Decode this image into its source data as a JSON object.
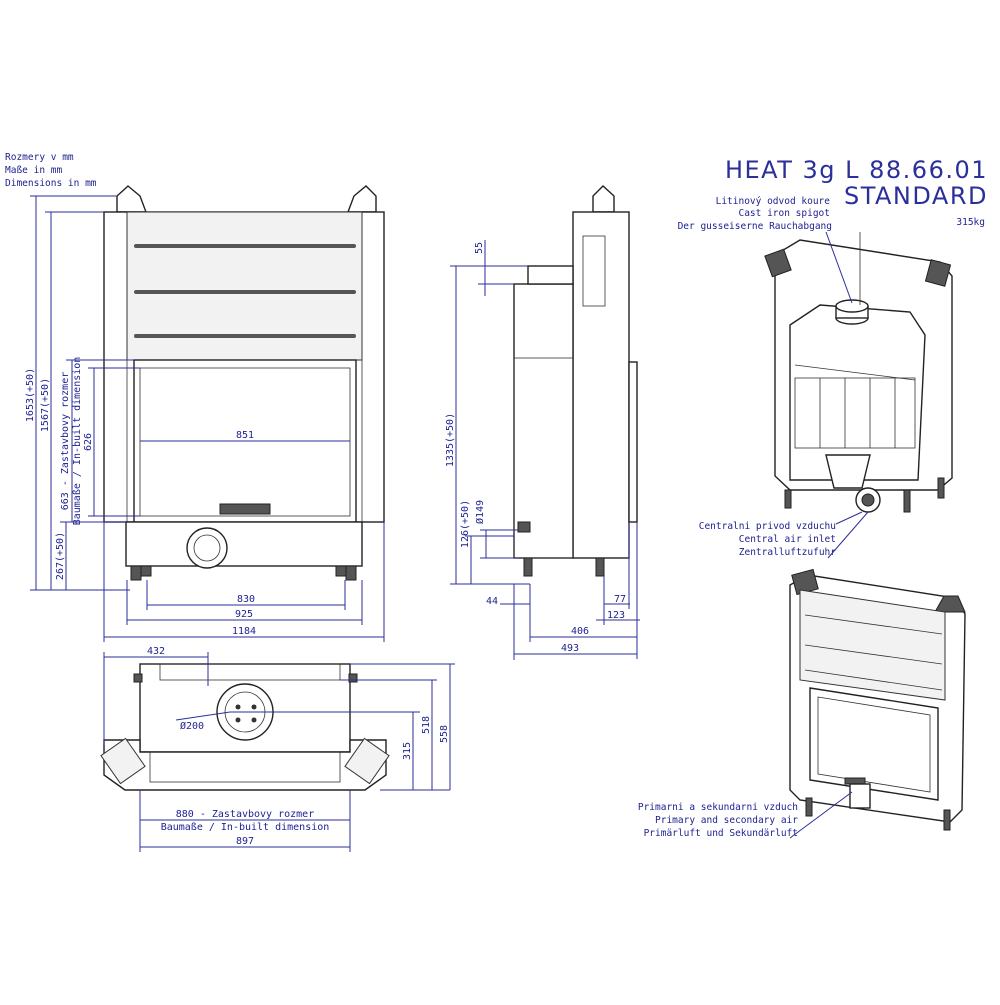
{
  "title": {
    "model": "HEAT 3g L 88.66.01",
    "variant": "STANDARD",
    "weight": "315kg"
  },
  "units_note": [
    "Rozmery v mm",
    "Maße in mm",
    "Dimensions in mm"
  ],
  "spigot_note": [
    "Litinový odvod koure",
    "Cast iron spigot",
    "Der gusseiserne Rauchabgang"
  ],
  "central_air_note": [
    "Centralni privod vzduchu",
    "Central air inlet",
    "Zentralluftzufuhr"
  ],
  "primary_air_note": [
    "Primarni a sekundarni vzduch",
    "Primary and secondary air",
    "Primärluft und Sekundärluft"
  ],
  "front_view": {
    "dims": {
      "total_height": "1653(+50)",
      "height_1567": "1567(+50)",
      "installation_dim": "663 - Zastavbovy rozmer",
      "installation_dim_en": "Baumaße / In-built dimension",
      "door_height": "626",
      "base_height": "267(+50)",
      "door_width": "851",
      "width_830": "830",
      "width_925": "925",
      "width_1184": "1184"
    }
  },
  "side_view": {
    "dims": {
      "top_55": "55",
      "height_1335": "1335(+50)",
      "height_126": "126(+50)",
      "diameter_149": "Ø149",
      "depth_44": "44",
      "depth_77": "77",
      "depth_123": "123",
      "depth_406": "406",
      "depth_493": "493"
    }
  },
  "top_view": {
    "dims": {
      "width_432": "432",
      "diameter_200": "Ø200",
      "depth_315": "315",
      "depth_518": "518",
      "depth_558": "558",
      "installation_880": "880 - Zastavbovy rozmer",
      "installation_880_en": "Baumaße / In-built dimension",
      "width_897": "897"
    }
  }
}
